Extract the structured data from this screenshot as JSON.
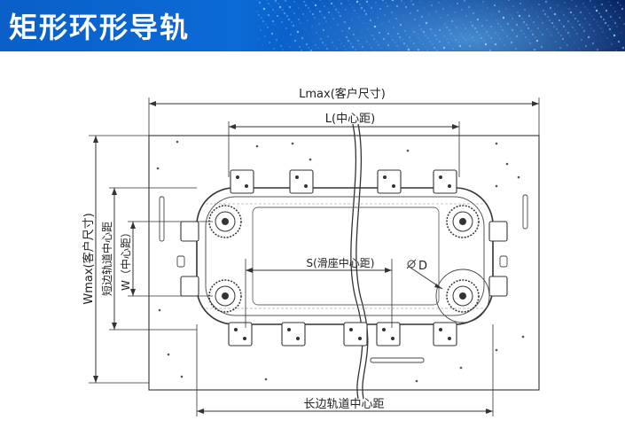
{
  "header": {
    "title": "矩形环形导轨"
  },
  "labels": {
    "lmax": "Lmax(客户尺寸)",
    "l": "L(中心距)",
    "s": "S(滑座中心距)",
    "d": "D",
    "wmax": "Wmax(客户尺寸)",
    "short": "短边轨道中心距",
    "w": "W（中心距）",
    "long": "长边轨道中心距"
  },
  "colors": {
    "banner": "#0b6ad6",
    "line": "#333333"
  }
}
